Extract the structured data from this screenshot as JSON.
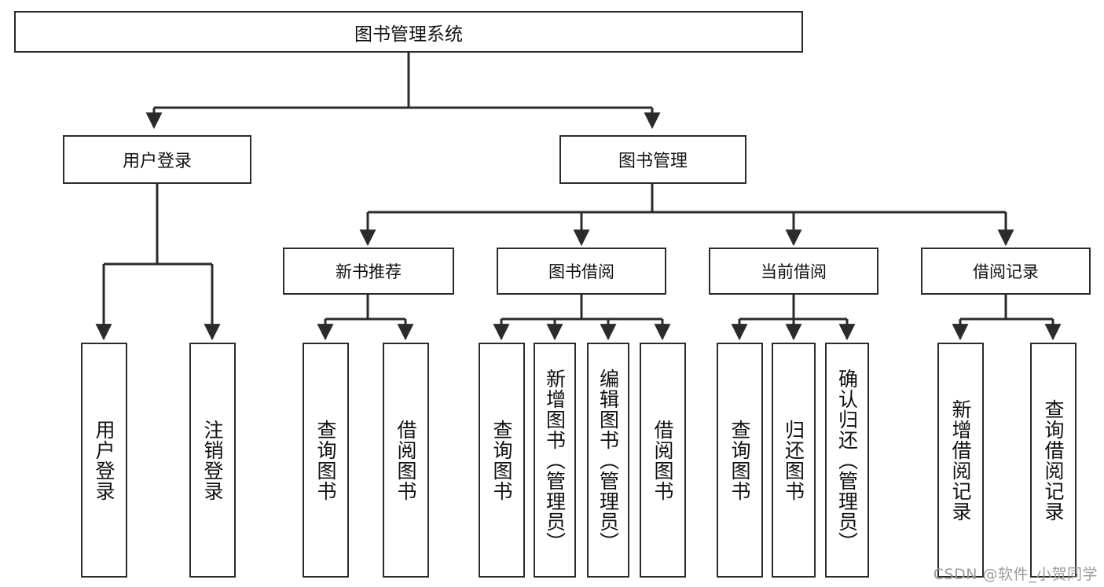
{
  "diagram": {
    "title": "图书管理系统",
    "type": "tree-hierarchy",
    "root": {
      "label": "图书管理系统"
    },
    "level2": [
      {
        "label": "用户登录"
      },
      {
        "label": "图书管理"
      }
    ],
    "level3": [
      {
        "label": "新书推荐"
      },
      {
        "label": "图书借阅"
      },
      {
        "label": "当前借阅"
      },
      {
        "label": "借阅记录"
      }
    ],
    "leaves": {
      "user_login": [
        {
          "label": "用户登录"
        },
        {
          "label": "注销登录"
        }
      ],
      "new_book_recommend": [
        {
          "label": "查询图书"
        },
        {
          "label": "借阅图书"
        }
      ],
      "book_borrow": [
        {
          "label": "查询图书"
        },
        {
          "label": "新增图书（管理员）"
        },
        {
          "label": "编辑图书（管理员）"
        },
        {
          "label": "借阅图书"
        }
      ],
      "current_borrow": [
        {
          "label": "查询图书"
        },
        {
          "label": "归还图书"
        },
        {
          "label": "确认归还（管理员）"
        }
      ],
      "borrow_record": [
        {
          "label": "新增借阅记录"
        },
        {
          "label": "查询借阅记录"
        }
      ]
    }
  },
  "watermark": {
    "text": "CSDN @软件_小贺同学"
  },
  "colors": {
    "border": "#2b2b2b",
    "background": "#ffffff",
    "text": "#111111",
    "watermark": "#9b9b9b"
  }
}
